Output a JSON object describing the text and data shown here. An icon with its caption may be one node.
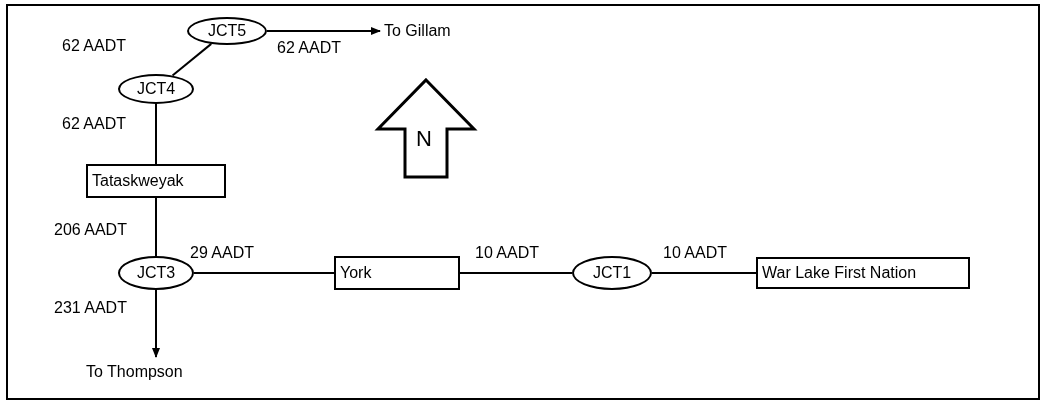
{
  "diagram": {
    "nodes": [
      {
        "text": [
          "JCT5"
        ]
      },
      {
        "text": [
          "To Gillam"
        ]
      },
      {
        "text": [
          "JCT4"
        ]
      },
      {
        "text": [
          "Tataskweyak"
        ]
      },
      {
        "text": [
          "JCT3"
        ]
      },
      {
        "text": [
          "York"
        ]
      },
      {
        "text": [
          "JCT1"
        ]
      },
      {
        "text": [
          "War Lake First Nation"
        ]
      },
      {
        "text": [
          "To Thompson"
        ]
      }
    ],
    "edges": [
      {
        "from": 2,
        "to": 0,
        "arrow": "none",
        "label": "62 AADT"
      },
      {
        "from": 0,
        "to": 1,
        "arrow": "to",
        "label": "62 AADT"
      },
      {
        "from": 2,
        "to": 3,
        "arrow": "none",
        "label": "62 AADT"
      },
      {
        "from": 3,
        "to": 4,
        "arrow": "none",
        "label": "206 AADT"
      },
      {
        "from": 4,
        "to": 5,
        "arrow": "none",
        "label": "29 AADT"
      },
      {
        "from": 5,
        "to": 6,
        "arrow": "none",
        "label": "10 AADT"
      },
      {
        "from": 6,
        "to": 7,
        "arrow": "none",
        "label": "10 AADT"
      },
      {
        "from": 4,
        "to": 8,
        "arrow": "to",
        "label": "231 AADT"
      }
    ],
    "labels": [
      "N"
    ]
  }
}
